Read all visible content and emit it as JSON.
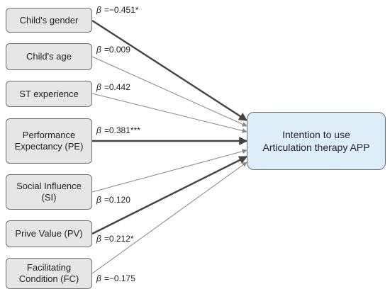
{
  "target": {
    "line1": "Intention to use",
    "line2": "Articulation therapy APP"
  },
  "predictors": [
    {
      "line1": "Child's gender",
      "line2": "",
      "beta_symbol": "β",
      "beta_value": "=−0.451*",
      "significant": true
    },
    {
      "line1": "Child's age",
      "line2": "",
      "beta_symbol": "β",
      "beta_value": "=0.009",
      "significant": false
    },
    {
      "line1": "ST experience",
      "line2": "",
      "beta_symbol": "β",
      "beta_value": "=0.442",
      "significant": false
    },
    {
      "line1": "Performance",
      "line2": "Expectancy (PE)",
      "beta_symbol": "β",
      "beta_value": "=0.381***",
      "significant": true
    },
    {
      "line1": "Social Influence",
      "line2": "(SI)",
      "beta_symbol": "β",
      "beta_value": "=0.120",
      "significant": false
    },
    {
      "line1": "Prive Value (PV)",
      "line2": "",
      "beta_symbol": "β",
      "beta_value": "=0.212*",
      "significant": true
    },
    {
      "line1": "Facilitating",
      "line2": "Condition (FC)",
      "beta_symbol": "β",
      "beta_value": "=−0.175",
      "significant": false
    }
  ],
  "colors": {
    "box_fill": "#e6e6e6",
    "target_fill": "#ddeefb",
    "thin_arrow": "#888888",
    "bold_arrow": "#444444"
  }
}
